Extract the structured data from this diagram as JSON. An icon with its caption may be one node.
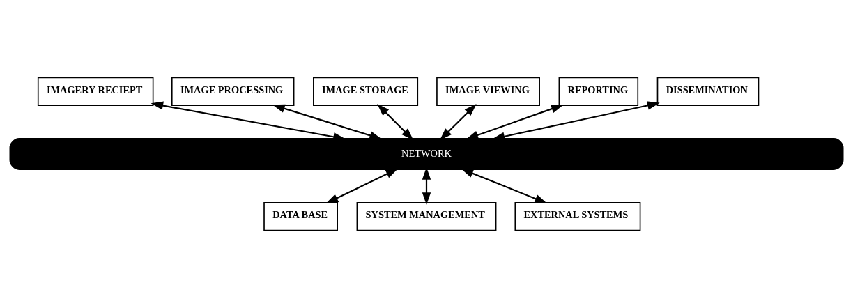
{
  "diagram": {
    "nodes": [
      {
        "text": [
          "IMAGERY RECIEPT"
        ]
      },
      {
        "text": [
          "IMAGE PROCESSING"
        ]
      },
      {
        "text": [
          "IMAGE STORAGE"
        ]
      },
      {
        "text": [
          "IMAGE VIEWING"
        ]
      },
      {
        "text": [
          "REPORTING"
        ]
      },
      {
        "text": [
          "DISSEMINATION"
        ]
      },
      {
        "text": [
          "NETWORK"
        ]
      },
      {
        "text": [
          "DATA BASE"
        ]
      },
      {
        "text": [
          "SYSTEM MANAGEMENT"
        ]
      },
      {
        "text": [
          "EXTERNAL SYSTEMS"
        ]
      }
    ],
    "edges": [
      {
        "from": 0,
        "to": 6,
        "arrow": "both"
      },
      {
        "from": 1,
        "to": 6,
        "arrow": "both"
      },
      {
        "from": 2,
        "to": 6,
        "arrow": "both"
      },
      {
        "from": 3,
        "to": 6,
        "arrow": "both"
      },
      {
        "from": 4,
        "to": 6,
        "arrow": "both"
      },
      {
        "from": 5,
        "to": 6,
        "arrow": "both"
      },
      {
        "from": 6,
        "to": 7,
        "arrow": "both"
      },
      {
        "from": 6,
        "to": 8,
        "arrow": "both"
      },
      {
        "from": 6,
        "to": 9,
        "arrow": "both"
      }
    ]
  }
}
